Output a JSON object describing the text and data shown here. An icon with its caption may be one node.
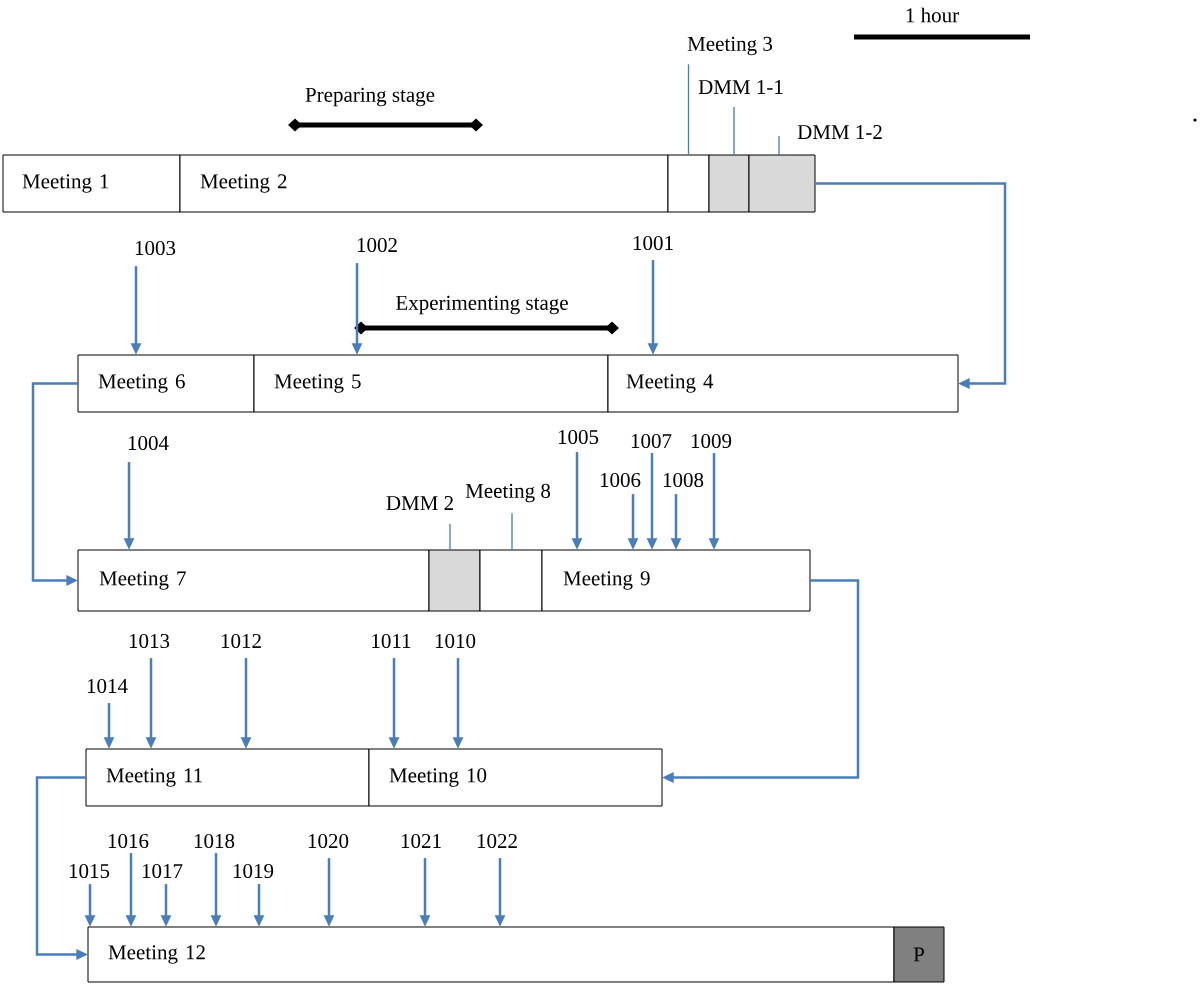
{
  "diagram": {
    "nodes": [
      {
        "text": [
          "Meeting 3"
        ]
      },
      {
        "text": [
          "DMM 1-1"
        ]
      },
      {
        "text": [
          "DMM 1-2"
        ]
      },
      {
        "text": [
          "Meeting 1"
        ]
      },
      {
        "text": [
          "Meeting 2"
        ]
      },
      {
        "text": [],
        "shape": "box"
      },
      {
        "text": [],
        "shape": "box"
      },
      {
        "text": [],
        "shape": "box"
      },
      {
        "text": [
          "1003"
        ]
      },
      {
        "text": [
          "1002"
        ]
      },
      {
        "text": [
          "1001"
        ]
      },
      {
        "text": [
          "Meeting 6"
        ]
      },
      {
        "text": [
          "Meeting 5"
        ]
      },
      {
        "text": [
          "Meeting 4"
        ]
      },
      {
        "text": [
          "1004"
        ]
      },
      {
        "text": [
          "DMM 2"
        ]
      },
      {
        "text": [
          "Meeting 8"
        ]
      },
      {
        "text": [
          "1005"
        ]
      },
      {
        "text": [
          "1006"
        ]
      },
      {
        "text": [
          "1007"
        ]
      },
      {
        "text": [
          "1008"
        ]
      },
      {
        "text": [
          "1009"
        ]
      },
      {
        "text": [
          "Meeting 7"
        ]
      },
      {
        "text": [],
        "shape": "box"
      },
      {
        "text": [],
        "shape": "box"
      },
      {
        "text": [
          "Meeting 9"
        ]
      },
      {
        "text": [
          "1014"
        ]
      },
      {
        "text": [
          "1013"
        ]
      },
      {
        "text": [
          "1012"
        ]
      },
      {
        "text": [
          "1011"
        ]
      },
      {
        "text": [
          "1010"
        ]
      },
      {
        "text": [
          "Meeting 11"
        ]
      },
      {
        "text": [
          "Meeting 10"
        ]
      },
      {
        "text": [
          "1015"
        ]
      },
      {
        "text": [
          "1016"
        ]
      },
      {
        "text": [
          "1017"
        ]
      },
      {
        "text": [
          "1018"
        ]
      },
      {
        "text": [
          "1019"
        ]
      },
      {
        "text": [
          "1020"
        ]
      },
      {
        "text": [
          "1021"
        ]
      },
      {
        "text": [
          "1022"
        ]
      },
      {
        "text": [
          "Meeting 12"
        ]
      },
      {
        "text": [
          "P"
        ]
      }
    ],
    "edges": [
      {
        "from": 0,
        "to": 5,
        "arrow": "none"
      },
      {
        "from": 1,
        "to": 6,
        "arrow": "none"
      },
      {
        "from": 2,
        "to": 7,
        "arrow": "none"
      },
      {
        "from": 7,
        "to": 13,
        "arrow": "to"
      },
      {
        "from": 8,
        "to": 11,
        "arrow": "to"
      },
      {
        "from": 9,
        "to": 12,
        "arrow": "to"
      },
      {
        "from": 10,
        "to": 13,
        "arrow": "to"
      },
      {
        "from": 11,
        "to": 22,
        "arrow": "to"
      },
      {
        "from": 14,
        "to": 22,
        "arrow": "to"
      },
      {
        "from": 15,
        "to": 23,
        "arrow": "none"
      },
      {
        "from": 16,
        "to": 24,
        "arrow": "none"
      },
      {
        "from": 17,
        "to": 25,
        "arrow": "to"
      },
      {
        "from": 18,
        "to": 25,
        "arrow": "to"
      },
      {
        "from": 19,
        "to": 25,
        "arrow": "to"
      },
      {
        "from": 20,
        "to": 25,
        "arrow": "to"
      },
      {
        "from": 21,
        "to": 25,
        "arrow": "to"
      },
      {
        "from": 25,
        "to": 32,
        "arrow": "to"
      },
      {
        "from": 26,
        "to": 31,
        "arrow": "to"
      },
      {
        "from": 27,
        "to": 31,
        "arrow": "to"
      },
      {
        "from": 28,
        "to": 31,
        "arrow": "to"
      },
      {
        "from": 29,
        "to": 32,
        "arrow": "to"
      },
      {
        "from": 30,
        "to": 32,
        "arrow": "to"
      },
      {
        "from": 31,
        "to": 41,
        "arrow": "to"
      },
      {
        "from": 33,
        "to": 41,
        "arrow": "to"
      },
      {
        "from": 34,
        "to": 41,
        "arrow": "to"
      },
      {
        "from": 35,
        "to": 41,
        "arrow": "to"
      },
      {
        "from": 36,
        "to": 41,
        "arrow": "to"
      },
      {
        "from": 37,
        "to": 41,
        "arrow": "to"
      },
      {
        "from": 38,
        "to": 41,
        "arrow": "to"
      },
      {
        "from": 39,
        "to": 41,
        "arrow": "to"
      },
      {
        "from": 40,
        "to": 41,
        "arrow": "to"
      }
    ],
    "labels": [
      "1 hour",
      "Preparing stage",
      "Experimenting stage"
    ]
  }
}
